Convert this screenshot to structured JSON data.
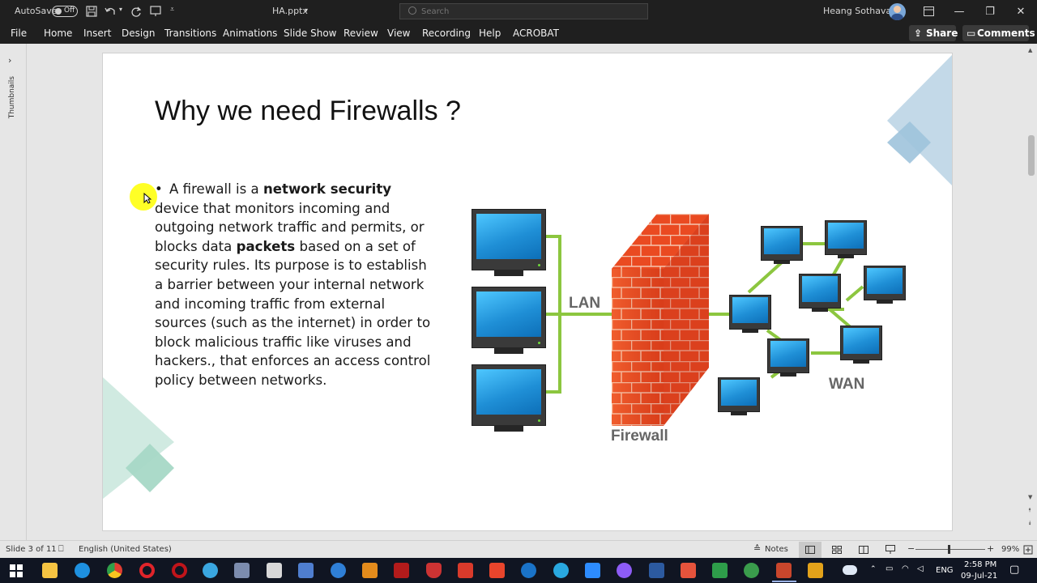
{
  "titlebar": {
    "autosave_label": "AutoSave",
    "autosave_state": "Off",
    "file_name": "HA.pptx",
    "search_placeholder": "Search",
    "user_name": "Heang Sothavan"
  },
  "ribbon": {
    "tabs": [
      "File",
      "Home",
      "Insert",
      "Design",
      "Transitions",
      "Animations",
      "Slide Show",
      "Review",
      "View",
      "Recording",
      "Help",
      "ACROBAT"
    ],
    "share_label": "Share",
    "comments_label": "Comments"
  },
  "thumbnail_pane": {
    "label": "Thumbnails"
  },
  "slide": {
    "title": "Why we need Firewalls ?",
    "bullet_parts": {
      "p1": "A firewall is a ",
      "b1": "network security",
      "p2": " device that monitors incoming and outgoing network traffic and permits, or blocks data ",
      "b2": "packets",
      "p3": " based on a set of security rules. Its purpose is to establish a barrier between your internal network and incoming traffic from external sources (such as the internet) in order to block malicious traffic like viruses and hackers., that enforces an access control policy between networks."
    },
    "diagram": {
      "lan_label": "LAN",
      "wan_label": "WAN",
      "firewall_label": "Firewall"
    },
    "colors": {
      "link_green": "#8cc63f",
      "deco_blue": "#a7c7dd",
      "deco_teal": "#9fd6c6"
    }
  },
  "statusbar": {
    "slide_info": "Slide 3 of 11",
    "language": "English (United States)",
    "notes_label": "Notes",
    "zoom": "99%"
  },
  "taskbar": {
    "language": "ENG",
    "time": "2:58 PM",
    "date": "09-Jul-21"
  }
}
